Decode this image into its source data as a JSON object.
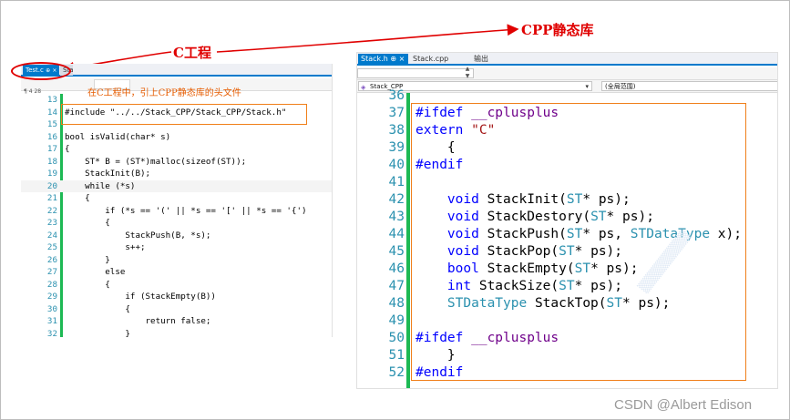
{
  "annotations": {
    "c_project": "C工程",
    "cpp_lib": "CPP静态库",
    "left_note": "在C工程中，引上CPP静态库的头文件"
  },
  "left_window": {
    "tabs": [
      {
        "label": "Test.c",
        "pin": "⊕",
        "close": "×"
      },
      {
        "label": "Sta"
      }
    ],
    "selector_value": "",
    "zoom": "¶ 4 28",
    "lines": [
      {
        "num": "13",
        "code": ""
      },
      {
        "num": "14",
        "code": "#include \"../../Stack_CPP/Stack_CPP/Stack.h\""
      },
      {
        "num": "15",
        "code": ""
      },
      {
        "num": "16",
        "code": "bool isValid(char* s)"
      },
      {
        "num": "17",
        "code": "{"
      },
      {
        "num": "18",
        "code": "    ST* B = (ST*)malloc(sizeof(ST));"
      },
      {
        "num": "19",
        "code": "    StackInit(B);"
      },
      {
        "num": "20",
        "code": "    while (*s)"
      },
      {
        "num": "21",
        "code": "    {"
      },
      {
        "num": "22",
        "code": "        if (*s == '(' || *s == '[' || *s == '{')"
      },
      {
        "num": "23",
        "code": "        {"
      },
      {
        "num": "24",
        "code": "            StackPush(B, *s);"
      },
      {
        "num": "25",
        "code": "            s++;"
      },
      {
        "num": "26",
        "code": "        }"
      },
      {
        "num": "27",
        "code": "        else"
      },
      {
        "num": "28",
        "code": "        {"
      },
      {
        "num": "29",
        "code": "            if (StackEmpty(B))"
      },
      {
        "num": "30",
        "code": "            {"
      },
      {
        "num": "31",
        "code": "                return false;"
      },
      {
        "num": "32",
        "code": "            }"
      }
    ]
  },
  "right_window": {
    "tabs": [
      {
        "label": "Stack.h",
        "pin": "⊕",
        "close": "×"
      },
      {
        "label": "Stack.cpp"
      },
      {
        "label": "输出"
      }
    ],
    "nav_left": "Stack_CPP",
    "nav_right": "(全局范围)",
    "lines": [
      {
        "num": "36",
        "tokens": []
      },
      {
        "num": "37",
        "tokens": [
          {
            "t": "#ifdef ",
            "c": "kw"
          },
          {
            "t": "__cplusplus",
            "c": "mac"
          }
        ]
      },
      {
        "num": "38",
        "tokens": [
          {
            "t": "extern ",
            "c": "kw"
          },
          {
            "t": "\"C\"",
            "c": "str"
          }
        ]
      },
      {
        "num": "39",
        "tokens": [
          {
            "t": "    {",
            "c": "fn"
          }
        ]
      },
      {
        "num": "40",
        "tokens": [
          {
            "t": "#endif",
            "c": "kw"
          }
        ]
      },
      {
        "num": "41",
        "tokens": []
      },
      {
        "num": "42",
        "tokens": [
          {
            "t": "    void ",
            "c": "kw"
          },
          {
            "t": "StackInit(",
            "c": "fn"
          },
          {
            "t": "ST",
            "c": "tp"
          },
          {
            "t": "* ps);",
            "c": "fn"
          }
        ]
      },
      {
        "num": "43",
        "tokens": [
          {
            "t": "    void ",
            "c": "kw"
          },
          {
            "t": "StackDestory(",
            "c": "fn"
          },
          {
            "t": "ST",
            "c": "tp"
          },
          {
            "t": "* ps);",
            "c": "fn"
          }
        ]
      },
      {
        "num": "44",
        "tokens": [
          {
            "t": "    void ",
            "c": "kw"
          },
          {
            "t": "StackPush(",
            "c": "fn"
          },
          {
            "t": "ST",
            "c": "tp"
          },
          {
            "t": "* ps, ",
            "c": "fn"
          },
          {
            "t": "STDataType",
            "c": "tp"
          },
          {
            "t": " x);",
            "c": "fn"
          }
        ]
      },
      {
        "num": "45",
        "tokens": [
          {
            "t": "    void ",
            "c": "kw"
          },
          {
            "t": "StackPop(",
            "c": "fn"
          },
          {
            "t": "ST",
            "c": "tp"
          },
          {
            "t": "* ps);",
            "c": "fn"
          }
        ]
      },
      {
        "num": "46",
        "tokens": [
          {
            "t": "    bool ",
            "c": "kw"
          },
          {
            "t": "StackEmpty(",
            "c": "fn"
          },
          {
            "t": "ST",
            "c": "tp"
          },
          {
            "t": "* ps);",
            "c": "fn"
          }
        ]
      },
      {
        "num": "47",
        "tokens": [
          {
            "t": "    int ",
            "c": "kw"
          },
          {
            "t": "StackSize(",
            "c": "fn"
          },
          {
            "t": "ST",
            "c": "tp"
          },
          {
            "t": "* ps);",
            "c": "fn"
          }
        ]
      },
      {
        "num": "48",
        "tokens": [
          {
            "t": "    STDataType ",
            "c": "tp"
          },
          {
            "t": "StackTop(",
            "c": "fn"
          },
          {
            "t": "ST",
            "c": "tp"
          },
          {
            "t": "* ps);",
            "c": "fn"
          }
        ]
      },
      {
        "num": "49",
        "tokens": []
      },
      {
        "num": "50",
        "tokens": [
          {
            "t": "#ifdef ",
            "c": "kw"
          },
          {
            "t": "__cplusplus",
            "c": "mac"
          }
        ]
      },
      {
        "num": "51",
        "tokens": [
          {
            "t": "    }",
            "c": "fn"
          }
        ]
      },
      {
        "num": "52",
        "tokens": [
          {
            "t": "#endif",
            "c": "kw"
          }
        ]
      }
    ]
  },
  "colors": {
    "annotation_red": "#e00000",
    "highlight_orange": "#f07f1a",
    "accent_blue": "#007acc",
    "change_green": "#1db954"
  },
  "credit": "CSDN @Albert Edison"
}
